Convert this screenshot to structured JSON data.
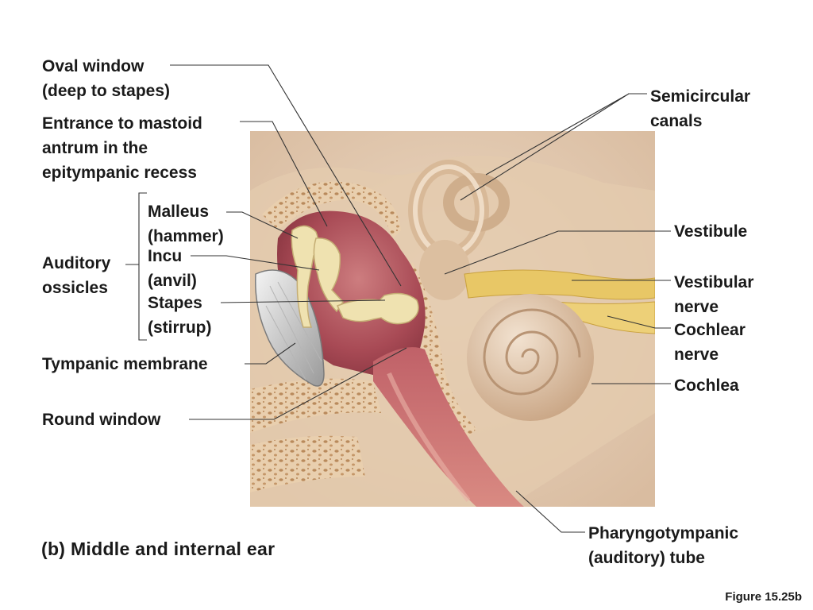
{
  "labels": {
    "oval_window": [
      "Oval window",
      "(deep to stapes)"
    ],
    "mastoid": [
      "Entrance to mastoid",
      "antrum in the",
      "epitympanic recess"
    ],
    "malleus": [
      "Malleus",
      "(hammer)"
    ],
    "incus": [
      "Incu",
      "(anvil)"
    ],
    "stapes": [
      "Stapes",
      "(stirrup)"
    ],
    "auditory_ossicles": [
      "Auditory",
      "ossicles"
    ],
    "tympanic_membrane": [
      "Tympanic membrane"
    ],
    "round_window": [
      "Round window"
    ],
    "semicircular_canals": [
      "Semicircular",
      "canals"
    ],
    "vestibule": [
      "Vestibule"
    ],
    "vestibular_nerve": [
      "Vestibular",
      "nerve"
    ],
    "cochlear_nerve": [
      "Cochlear",
      "nerve"
    ],
    "cochlea": [
      "Cochlea"
    ],
    "pharyngotympanic_tube": [
      "Pharyngotympanic",
      "(auditory) tube"
    ]
  },
  "caption": "(b) Middle and internal ear",
  "figure_number": "Figure 15.25b",
  "colors": {
    "bone": "#e6c9a8",
    "spongy_bone": "#d9b48c",
    "cavity": "#b85a62",
    "ossicle": "#efe2b0",
    "nerve": "#e8c766",
    "cochlea": "#dcc1a4",
    "leader_line": "#333333"
  }
}
